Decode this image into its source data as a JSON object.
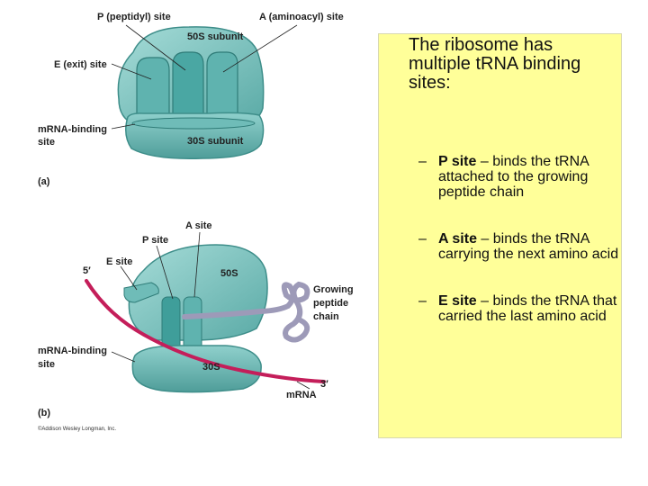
{
  "figure": {
    "panel_a": {
      "p_site": "P (peptidyl) site",
      "a_site": "A (aminoacyl) site",
      "subunit_50s": "50S subunit",
      "e_site": "E (exit) site",
      "mrna_binding_line1": "mRNA-binding",
      "mrna_binding_line2": "site",
      "subunit_30s": "30S subunit",
      "panel_label": "(a)"
    },
    "panel_b": {
      "a_site": "A site",
      "p_site": "P site",
      "e_site": "E site",
      "five_prime": "5′",
      "subunit_50s": "50S",
      "growing_line1": "Growing",
      "growing_line2": "peptide",
      "growing_line3": "chain",
      "mrna_binding_line1": "mRNA-binding",
      "mrna_binding_line2": "site",
      "subunit_30s": "30S",
      "three_prime": "3′",
      "mrna": "mRNA",
      "panel_label": "(b)"
    },
    "copyright": "©Addison Wesley Longman, Inc.",
    "colors": {
      "ribosome": "#79c4c0",
      "ribosome_dark": "#3e8e8a",
      "trna_site": "#4aa7a3",
      "mrna": "#c41e5a",
      "peptide": "#9d9ab8"
    }
  },
  "note": {
    "heading": "The ribosome has multiple tRNA binding sites:",
    "bullets": [
      {
        "dash": "–",
        "term": "P site",
        "text": " – binds the tRNA attached to the growing peptide chain"
      },
      {
        "dash": "–",
        "term": "A site",
        "text": " – binds the tRNA carrying the next amino acid"
      },
      {
        "dash": "–",
        "term": "E site",
        "text": " – binds the tRNA that carried the last amino acid"
      }
    ]
  }
}
